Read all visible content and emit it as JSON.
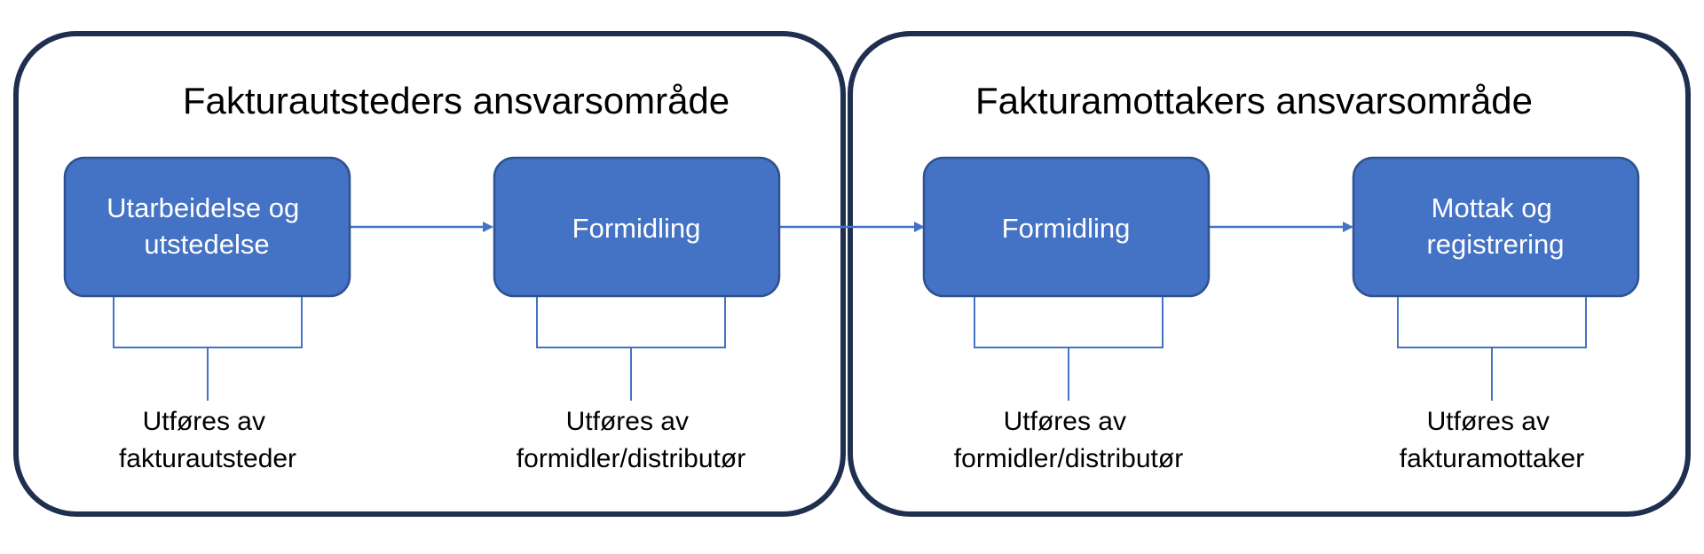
{
  "regions": [
    {
      "title": "Fakturautsteders ansvarsområde"
    },
    {
      "title": "Fakturamottakers ansvarsområde"
    }
  ],
  "steps": [
    {
      "lines": [
        "Utarbeidelse og",
        "utstedelse"
      ],
      "actor": [
        "Utføres av",
        "fakturautsteder"
      ]
    },
    {
      "lines": [
        "Formidling"
      ],
      "actor": [
        "Utføres av",
        "formidler/distributør"
      ]
    },
    {
      "lines": [
        "Formidling"
      ],
      "actor": [
        "Utføres av",
        "formidler/distributør"
      ]
    },
    {
      "lines": [
        "Mottak og",
        "registrering"
      ],
      "actor": [
        "Utføres av",
        "fakturamottaker"
      ]
    }
  ],
  "colors": {
    "region_border": "#1f2f4f",
    "step_fill": "#4472c4",
    "step_border": "#2f528f",
    "connector": "#4472c4"
  }
}
